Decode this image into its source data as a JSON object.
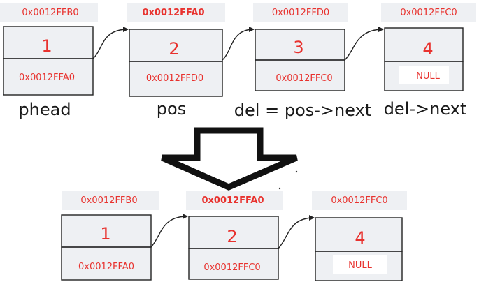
{
  "before": {
    "nodes": [
      {
        "address": "0x0012FFB0",
        "value": "1",
        "next": "0x0012FFA0",
        "caption": "phead"
      },
      {
        "address": "0x0012FFA0",
        "value": "2",
        "next": "0x0012FFD0",
        "caption": "pos"
      },
      {
        "address": "0x0012FFD0",
        "value": "3",
        "next": "0x0012FFC0",
        "caption": "del = pos->next"
      },
      {
        "address": "0x0012FFC0",
        "value": "4",
        "next": "NULL",
        "caption": "del->next"
      }
    ]
  },
  "after": {
    "nodes": [
      {
        "address": "0x0012FFB0",
        "value": "1",
        "next": "0x0012FFA0"
      },
      {
        "address": "0x0012FFA0",
        "value": "2",
        "next": "0x0012FFC0"
      },
      {
        "address": "0x0012FFC0",
        "value": "4",
        "next": "NULL"
      }
    ]
  },
  "colors": {
    "text_red": "#e8322e",
    "outline": "#222222",
    "shade": "#eef0f3"
  }
}
